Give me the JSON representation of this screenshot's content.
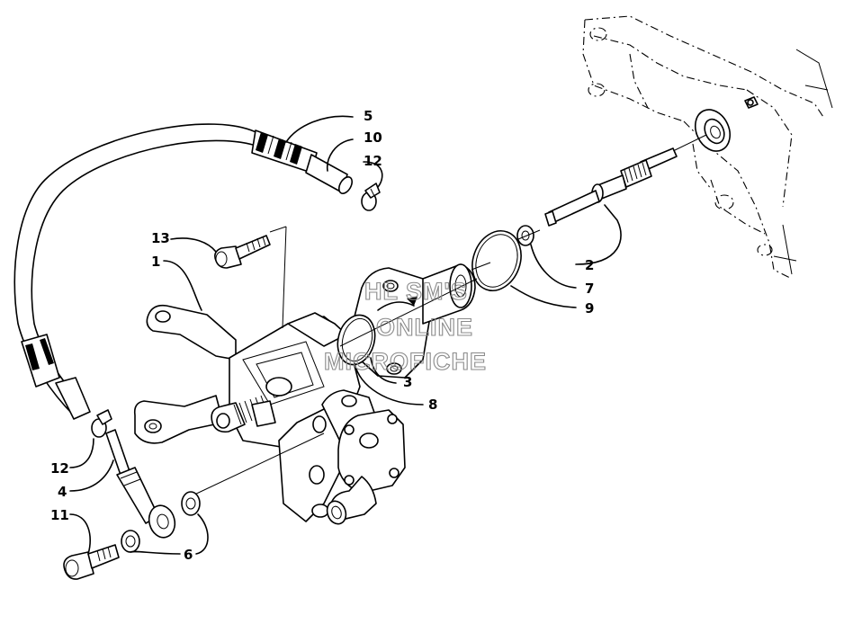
{
  "diagram": {
    "watermark": [
      "HL SM'S",
      "ONLINE",
      "MICROFICHE"
    ],
    "callouts": [
      {
        "id": "c1",
        "label": "1"
      },
      {
        "id": "c2",
        "label": "2"
      },
      {
        "id": "c3",
        "label": "3"
      },
      {
        "id": "c4",
        "label": "4"
      },
      {
        "id": "c5",
        "label": "5"
      },
      {
        "id": "c6",
        "label": "6"
      },
      {
        "id": "c7",
        "label": "7"
      },
      {
        "id": "c8",
        "label": "8"
      },
      {
        "id": "c9",
        "label": "9"
      },
      {
        "id": "c10",
        "label": "10"
      },
      {
        "id": "c11",
        "label": "11"
      },
      {
        "id": "c12a",
        "label": "12"
      },
      {
        "id": "c12b",
        "label": "12"
      },
      {
        "id": "c13",
        "label": "13"
      }
    ]
  }
}
